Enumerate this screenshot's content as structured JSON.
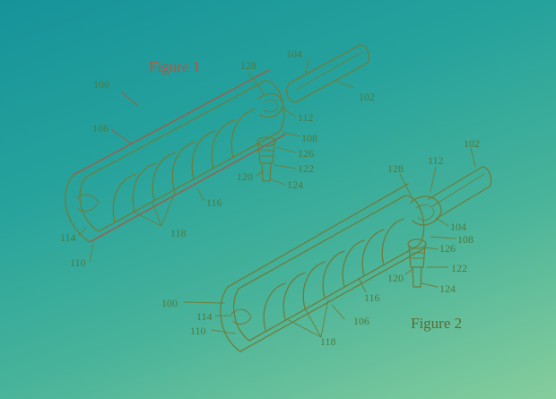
{
  "figure1": {
    "title": "Figure 1",
    "title_color": "#c0503a",
    "labels": {
      "l100": "100",
      "l104": "104",
      "l128": "128",
      "l102": "102",
      "l106": "106",
      "l112": "112",
      "l108": "108",
      "l126": "126",
      "l122": "122",
      "l120": "120",
      "l124": "124",
      "l116": "116",
      "l114": "114",
      "l118": "118",
      "l110": "110"
    }
  },
  "figure2": {
    "title": "Figure 2",
    "title_color": "#5a6b30",
    "labels": {
      "l102": "102",
      "l128": "128",
      "l112": "112",
      "l104": "104",
      "l108": "108",
      "l126": "126",
      "l122": "122",
      "l120": "120",
      "l124": "124",
      "l116": "116",
      "l100": "100",
      "l114": "114",
      "l106": "106",
      "l110": "110",
      "l118": "118"
    }
  }
}
